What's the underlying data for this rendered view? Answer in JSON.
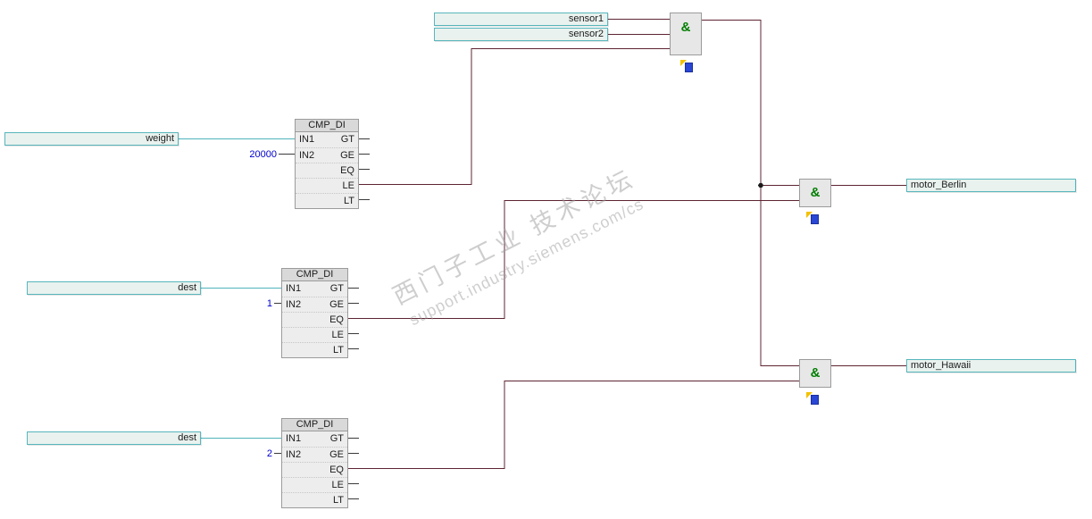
{
  "watermark": {
    "title": "西门子工业 技术论坛",
    "url": "support.industry.siemens.com/cs"
  },
  "gates": {
    "and_symbol": "&"
  },
  "operands": {
    "sensor1": "sensor1",
    "sensor2": "sensor2",
    "weight": "weight",
    "dest_berlin": "dest",
    "dest_hawaii": "dest",
    "motor_berlin": "motor_Berlin",
    "motor_hawaii": "motor_Hawaii"
  },
  "constants": {
    "weight_in2": "20000",
    "dest_berlin_in2": "1",
    "dest_hawaii_in2": "2"
  },
  "cmp_block": {
    "title": "CMP_DI",
    "in1": "IN1",
    "in2": "IN2",
    "gt": "GT",
    "ge": "GE",
    "eq": "EQ",
    "le": "LE",
    "lt": "LT"
  },
  "colors": {
    "wire": "#5e2433",
    "operand_wire": "#4fb3bb",
    "stub": "#3a3a3a",
    "and_green": "#007d00",
    "constant_blue": "#0000cd"
  }
}
